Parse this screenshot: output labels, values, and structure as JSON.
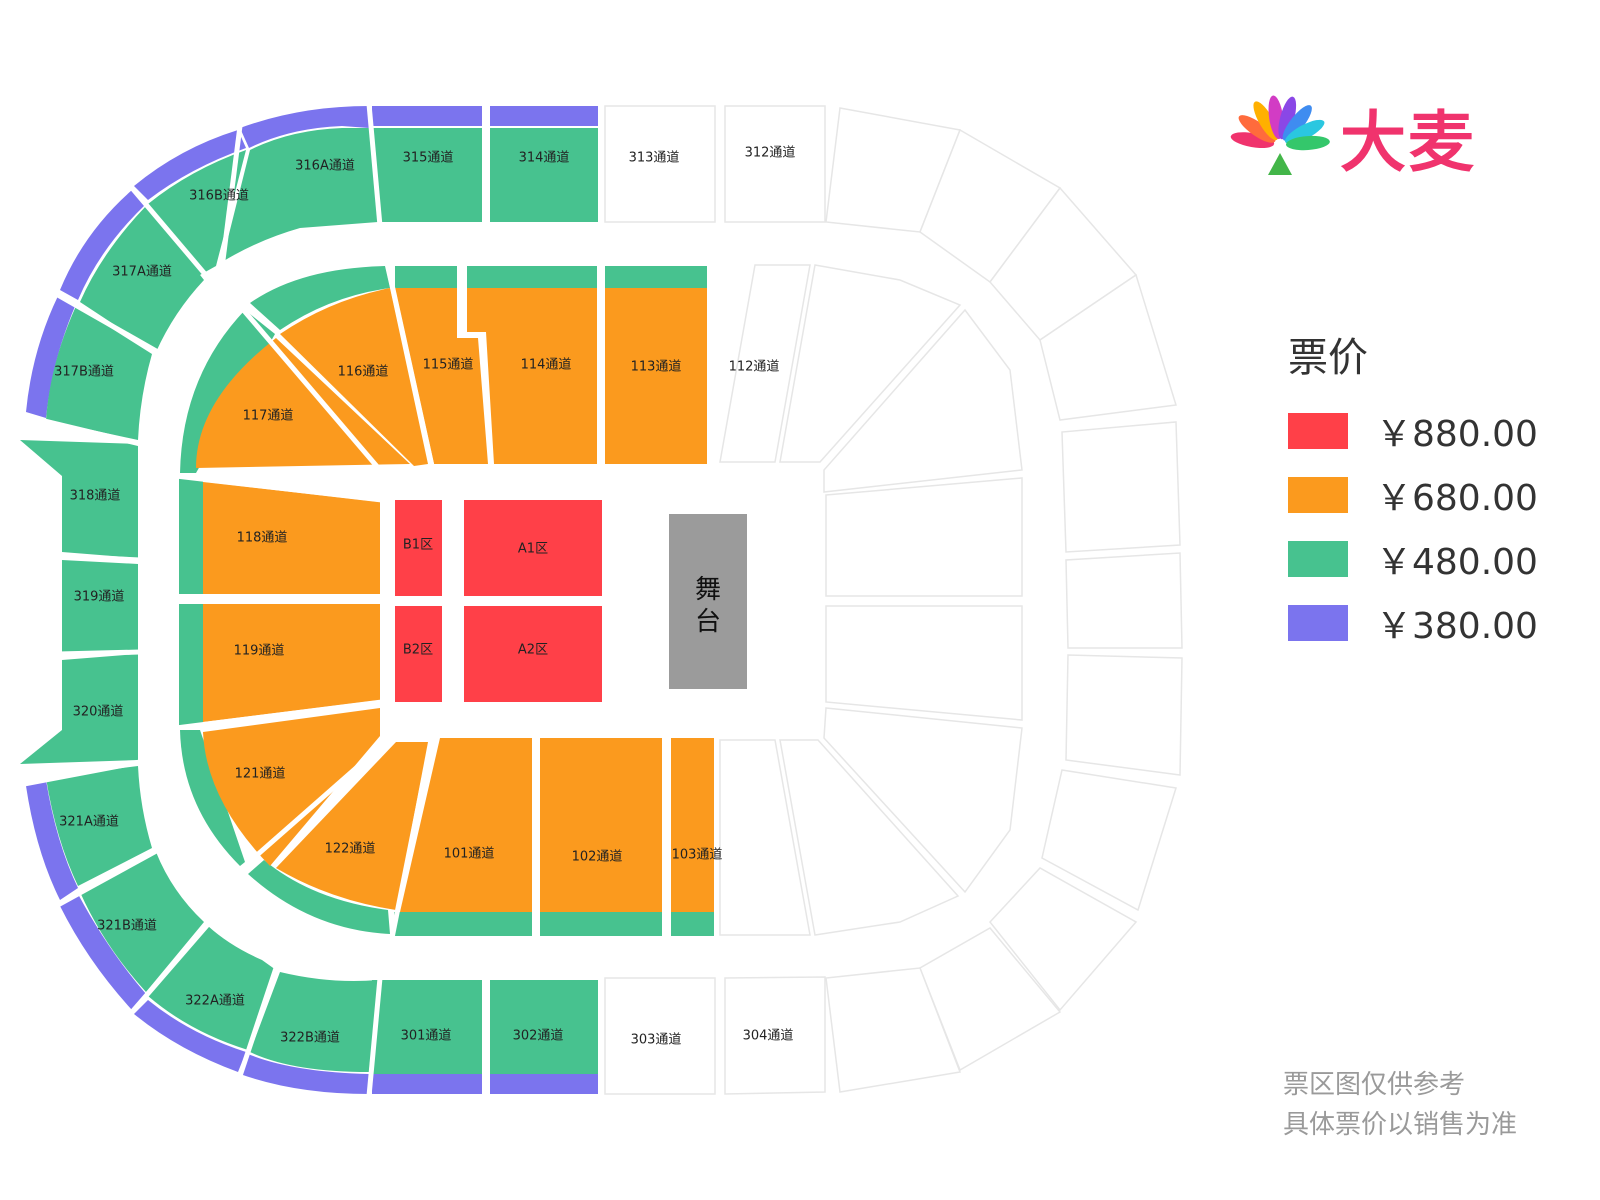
{
  "brand": {
    "name": "大麦",
    "logo_icon": "damai-flower-logo-icon"
  },
  "legend": {
    "title": "票价",
    "tiers": [
      {
        "price": "￥880.00",
        "color": "#ff4048",
        "tier": "red"
      },
      {
        "price": "￥680.00",
        "color": "#fb9a1e",
        "tier": "orange"
      },
      {
        "price": "￥480.00",
        "color": "#47c28f",
        "tier": "green"
      },
      {
        "price": "￥380.00",
        "color": "#7b74ee",
        "tier": "purple"
      }
    ]
  },
  "stage": {
    "label_line1": "舞",
    "label_line2": "台"
  },
  "zones": {
    "A1": "A1区",
    "A2": "A2区",
    "B1": "B1区",
    "B2": "B2区"
  },
  "sections": {
    "s101": "101通道",
    "s102": "102通道",
    "s103": "103通道",
    "s112": "112通道",
    "s113": "113通道",
    "s114": "114通道",
    "s115": "115通道",
    "s116": "116通道",
    "s117": "117通道",
    "s118": "118通道",
    "s119": "119通道",
    "s121": "121通道",
    "s122": "122通道",
    "s301": "301通道",
    "s302": "302通道",
    "s303": "303通道",
    "s304": "304通道",
    "s312": "312通道",
    "s313": "313通道",
    "s314": "314通道",
    "s315": "315通道",
    "s316A": "316A通道",
    "s316B": "316B通道",
    "s317A": "317A通道",
    "s317B": "317B通道",
    "s318": "318通道",
    "s319": "319通道",
    "s320": "320通道",
    "s321A": "321A通道",
    "s321B": "321B通道",
    "s322A": "322A通道",
    "s322B": "322B通道"
  },
  "note": {
    "line1": "票区图仅供参考",
    "line2": "具体票价以销售为准"
  }
}
